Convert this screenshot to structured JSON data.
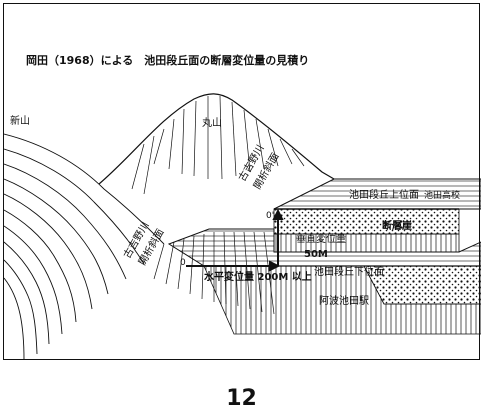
{
  "title": "岡田（1968）による　池田段丘面の断層変位量の見積り",
  "labels": {
    "shinyama": "新山",
    "maruyama": "丸山",
    "kokichino_slope_right_1": "古吉野川",
    "kokichino_slope_right_2": "開析斜面",
    "kokichino_slope_left_1": "古吉野川",
    "kokichino_slope_left_2": "開析斜面",
    "upper_terrace": "池田段丘上位面",
    "ikeda_high_school": "池田高校",
    "fault_scarp": "断層崖",
    "vertical_displacement": "垂直変位量",
    "vertical_value": "50M",
    "horizontal_displacement": "水平変位量 200M 以上",
    "lower_terrace": "池田段丘下位面",
    "awa_ikeda_station": "阿波池田駅",
    "point_zero": "0",
    "point_zero_prime": "0'"
  },
  "page_number": "12"
}
